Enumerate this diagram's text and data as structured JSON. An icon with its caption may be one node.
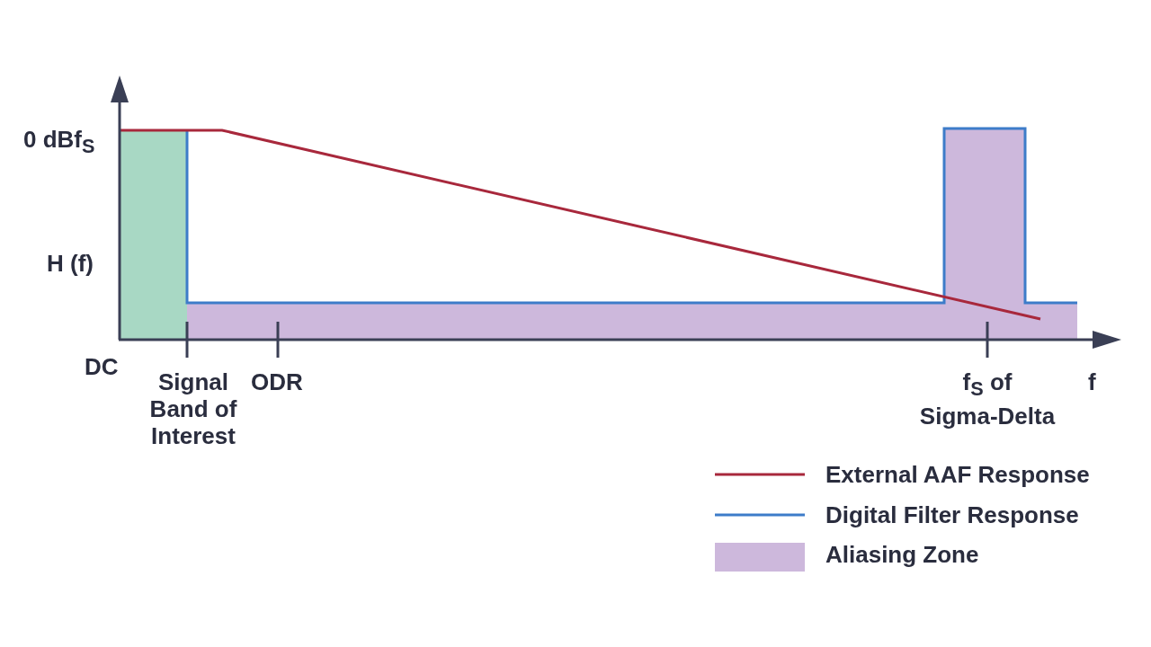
{
  "diagram": {
    "labels": [
      "0 dBf$_{S}$",
      "H (f)",
      "DC",
      "Signal Band of Interest",
      "ODR",
      "f$_{S}$ of Sigma-Delta",
      "f"
    ],
    "legend": [
      {
        "text": "External AAF Response"
      },
      {
        "text": "Digital Filter Response"
      },
      {
        "text": "Aliasing Zone",
        "color": "#cdb8dc"
      }
    ]
  }
}
